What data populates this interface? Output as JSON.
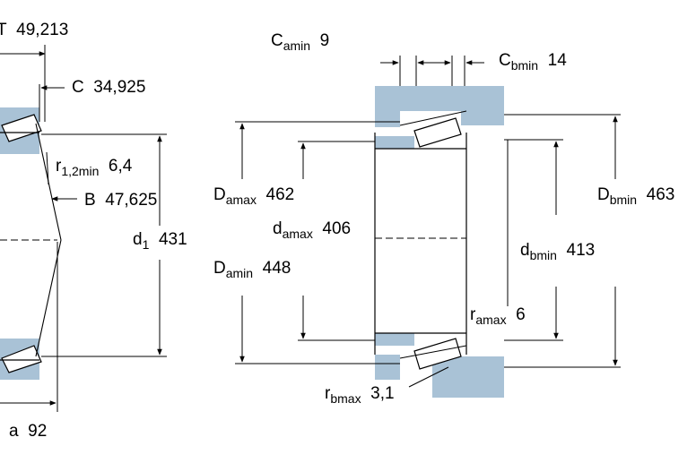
{
  "left_view": {
    "T": {
      "symbol": "T",
      "value": "49,213"
    },
    "C": {
      "symbol": "C",
      "value": "34,925"
    },
    "r12": {
      "symbol": "r",
      "sub": "1,2min",
      "value": "6,4"
    },
    "B": {
      "symbol": "B",
      "value": "47,625"
    },
    "d1": {
      "symbol": "d",
      "sub": "1",
      "value": "431"
    },
    "a": {
      "symbol": "a",
      "value": "92"
    }
  },
  "right_view": {
    "Camin": {
      "symbol": "C",
      "sub": "amin",
      "value": "9"
    },
    "Cbmin": {
      "symbol": "C",
      "sub": "bmin",
      "value": "14"
    },
    "Damax": {
      "symbol": "D",
      "sub": "amax",
      "value": "462"
    },
    "damax": {
      "symbol": "d",
      "sub": "amax",
      "value": "406"
    },
    "Damin": {
      "symbol": "D",
      "sub": "amin",
      "value": "448"
    },
    "Dbmin": {
      "symbol": "D",
      "sub": "bmin",
      "value": "463"
    },
    "dbmin": {
      "symbol": "d",
      "sub": "bmin",
      "value": "413"
    },
    "ramax": {
      "symbol": "r",
      "sub": "amax",
      "value": "6"
    },
    "rbmax": {
      "symbol": "r",
      "sub": "bmax",
      "value": "3,1"
    }
  },
  "colors": {
    "abutment": "#a9c2d6",
    "line": "#000000",
    "roller": "#ffffff"
  }
}
